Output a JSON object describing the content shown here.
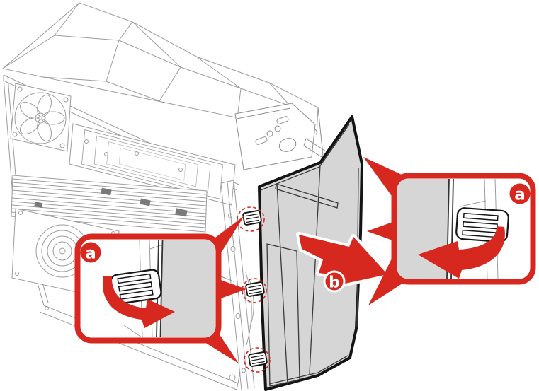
{
  "diagram": {
    "kind": "hardware-service-illustration",
    "subject": "tower-pc-front-bezel-removal",
    "labels": {
      "left_callout_badge": "a",
      "right_callout_badge": "a",
      "bezel_direction_badge": "b"
    },
    "icons": {
      "left_callout_arrow": "rotate-clockwise-curved-arrow",
      "right_callout_arrow": "rotate-counterclockwise-curved-arrow",
      "bezel_arrow": "pull-out-direction-arrow",
      "tab_markers": "dashed-circle-highlight"
    },
    "tab_marker_count": 3,
    "colors": {
      "accent_red": "#d7281f",
      "bezel_gray": "#d6d6d6",
      "line_gray": "#9c9c9c",
      "dark_outline": "#161616",
      "background": "#ffffff"
    }
  }
}
